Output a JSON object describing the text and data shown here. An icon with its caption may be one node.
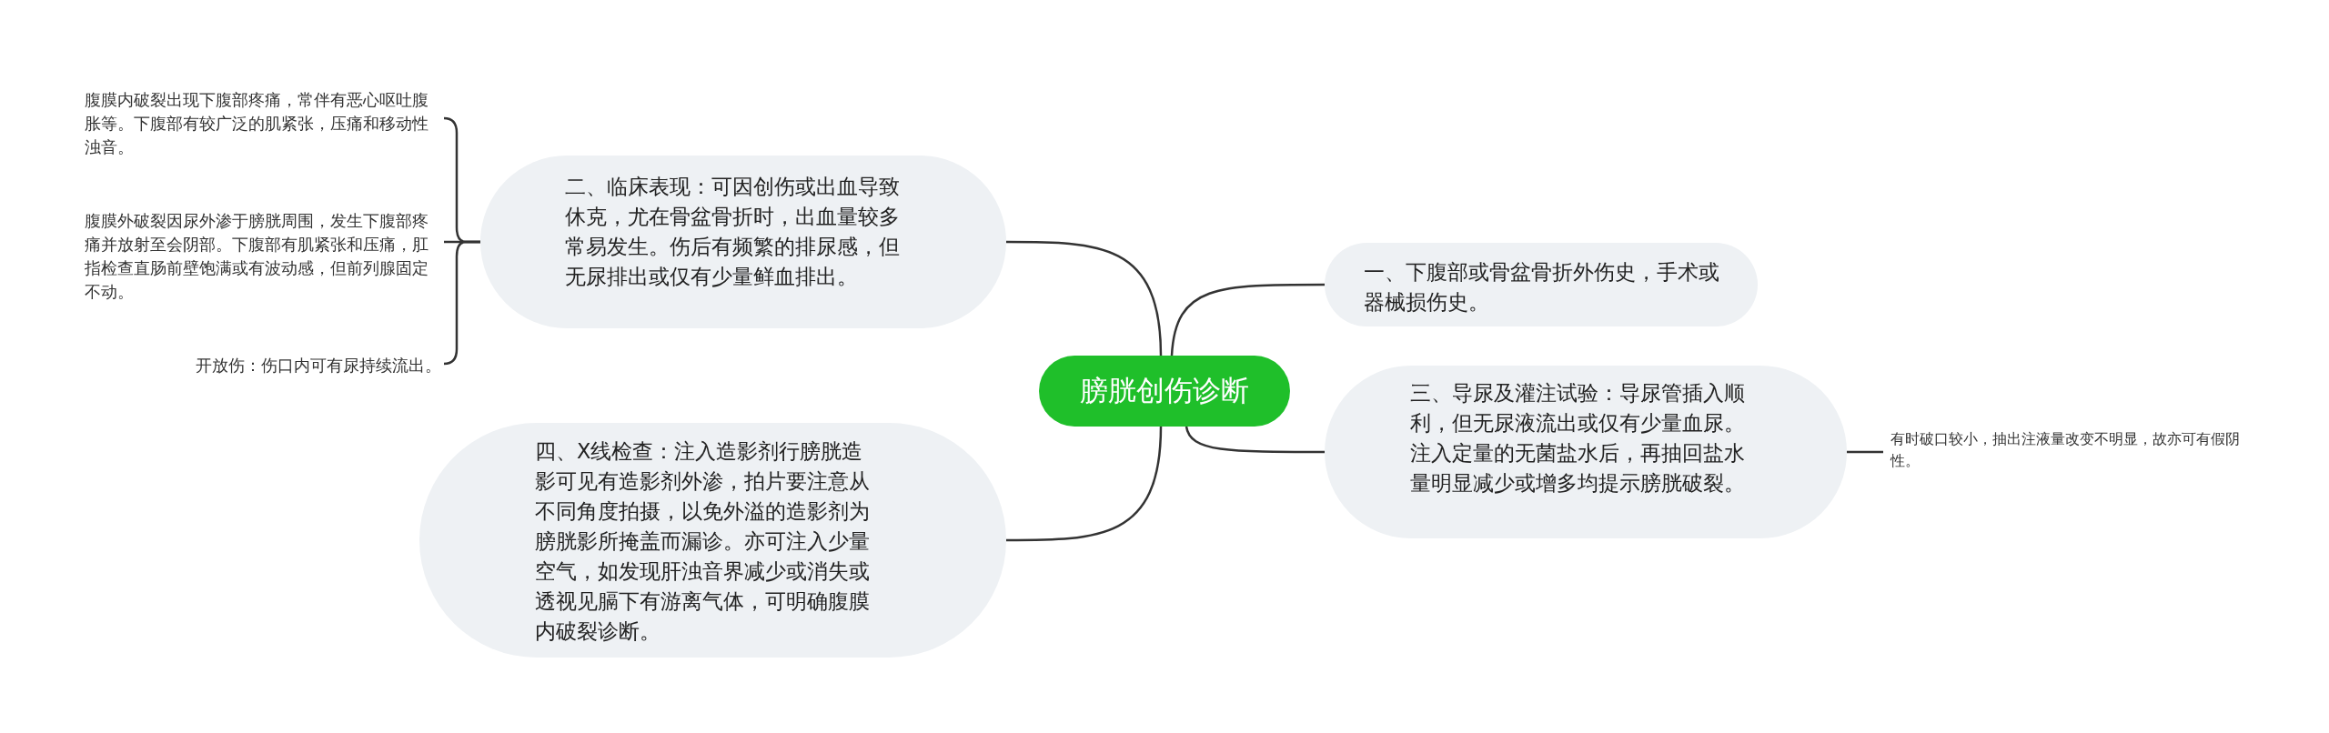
{
  "diagram": {
    "nodes": [
      {
        "text": [
          "膀胱创伤诊断"
        ]
      },
      {
        "text": [
          "二、临床表现：可因创伤或出血导致休克，尤在骨盆骨折时，出血量较多常易发生。伤后有频繁的排尿感，但无尿排出或仅有少量鲜血排出。"
        ]
      },
      {
        "text": [
          "腹膜内破裂出现下腹部疼痛，常伴有恶心呕吐腹胀等。下腹部有较广泛的肌紧张，压痛和移动性浊音。"
        ]
      },
      {
        "text": [
          "腹膜外破裂因尿外渗于膀胱周围，发生下腹部疼痛并放射至会阴部。下腹部有肌紧张和压痛，肛指检查直肠前壁饱满或有波动感，但前列腺固定不动。"
        ]
      },
      {
        "text": [
          "开放伤：伤口内可有尿持续流出。"
        ]
      },
      {
        "text": [
          "一、下腹部或骨盆骨折外伤史，手术或器械损伤史。"
        ]
      },
      {
        "text": [
          "三、导尿及灌注试验：导尿管插入顺利，但无尿液流出或仅有少量血尿。注入定量的无菌盐水后，再抽回盐水量明显减少或增多均提示膀胱破裂。"
        ]
      },
      {
        "text": [
          "有时破口较小，抽出注液量改变不明显，故亦可有假阴性。"
        ]
      },
      {
        "text": [
          "四、X线检查：注入造影剂行膀胱造影可见有造影剂外渗，拍片要注意从不同角度拍摄，以免外溢的造影剂为膀胱影所掩盖而漏诊。亦可注入少量空气，如发现肝浊音界减少或消失或透视见膈下有游离气体，可明确腹膜内破裂诊断。"
        ]
      }
    ],
    "edges": [
      {
        "from": 0,
        "to": 1,
        "arrow": "none"
      },
      {
        "from": 1,
        "to": 2,
        "arrow": "none"
      },
      {
        "from": 1,
        "to": 3,
        "arrow": "none"
      },
      {
        "from": 1,
        "to": 4,
        "arrow": "none"
      },
      {
        "from": 0,
        "to": 5,
        "arrow": "none"
      },
      {
        "from": 0,
        "to": 6,
        "arrow": "none"
      },
      {
        "from": 6,
        "to": 7,
        "arrow": "none"
      },
      {
        "from": 0,
        "to": 8,
        "arrow": "none"
      }
    ]
  }
}
